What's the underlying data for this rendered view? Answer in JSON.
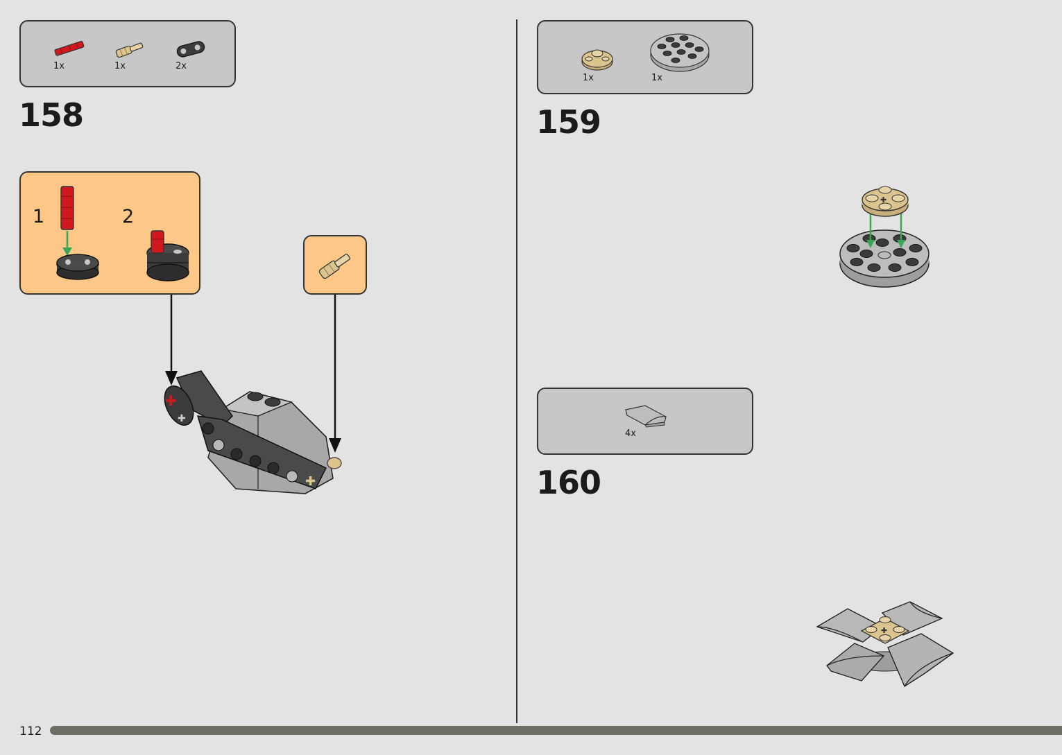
{
  "page": {
    "number": "112",
    "progress_percent": 100
  },
  "steps": [
    {
      "number": "158",
      "parts": [
        {
          "name": "red-axle-pin-icon",
          "qty": "1x",
          "color": "#d0191f"
        },
        {
          "name": "tan-axle-pin-icon",
          "qty": "1x",
          "color": "#dcc48e"
        },
        {
          "name": "black-beam-icon",
          "qty": "2x",
          "color": "#3b3b3b"
        }
      ],
      "callouts": [
        {
          "substeps": [
            "1",
            "2"
          ]
        }
      ]
    },
    {
      "number": "159",
      "parts": [
        {
          "name": "tan-round-plate-icon",
          "qty": "1x",
          "color": "#dcc48e"
        },
        {
          "name": "gray-round-plate-icon",
          "qty": "1x",
          "color": "#b9b9b9"
        }
      ]
    },
    {
      "number": "160",
      "parts": [
        {
          "name": "gray-curved-slope-icon",
          "qty": "4x",
          "color": "#b9b9b9"
        }
      ]
    }
  ],
  "colors": {
    "background": "#e3e3e3",
    "parts_box": "#c7c7c7",
    "callout": "#fdc787",
    "arrow_green": "#3aa655"
  }
}
